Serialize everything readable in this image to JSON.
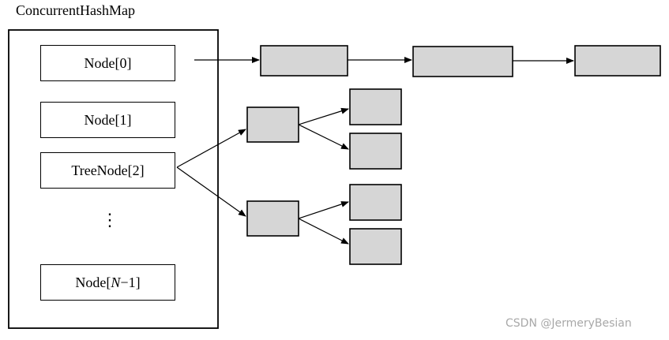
{
  "title": "ConcurrentHashMap",
  "nodes": [
    {
      "label": "Node[0]"
    },
    {
      "label": "Node[1]"
    },
    {
      "label": "TreeNode[2]"
    }
  ],
  "last_node": {
    "prefix": "Node[",
    "italic": "N",
    "suffix": "−1]"
  },
  "ellipsis": "⋮",
  "watermark": "CSDN @JermeryBesian",
  "colors": {
    "cell_fill": "#d6d6d6",
    "stroke": "#000000"
  }
}
